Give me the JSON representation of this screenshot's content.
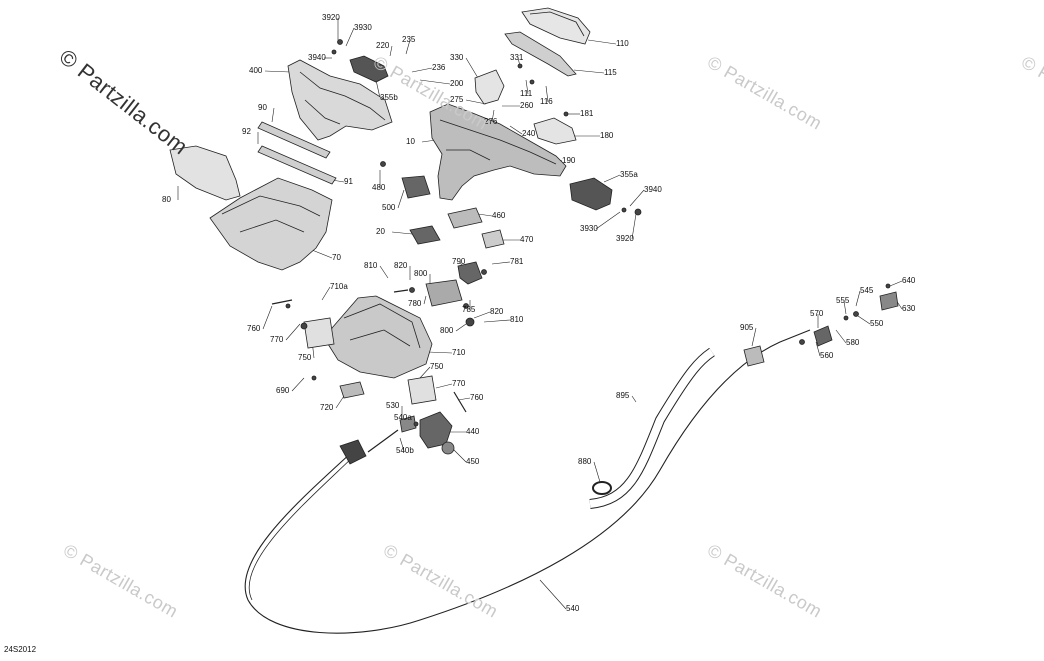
{
  "diagram": {
    "document_id": "24S2012",
    "watermark_text": "© Partzilla.com",
    "faint_watermark_text": "© Partzilla.com",
    "parts": [
      {
        "id": "3920a",
        "text": "3920"
      },
      {
        "id": "3930a",
        "text": "3930"
      },
      {
        "id": "3940a",
        "text": "3940"
      },
      {
        "id": "400",
        "text": "400"
      },
      {
        "id": "220",
        "text": "220"
      },
      {
        "id": "235",
        "text": "235"
      },
      {
        "id": "236",
        "text": "236"
      },
      {
        "id": "355b",
        "text": "355b"
      },
      {
        "id": "330",
        "text": "330"
      },
      {
        "id": "331",
        "text": "331"
      },
      {
        "id": "200",
        "text": "200"
      },
      {
        "id": "111",
        "text": "111"
      },
      {
        "id": "116",
        "text": "116"
      },
      {
        "id": "110",
        "text": "110"
      },
      {
        "id": "115",
        "text": "115"
      },
      {
        "id": "275",
        "text": "275"
      },
      {
        "id": "260",
        "text": "260"
      },
      {
        "id": "276",
        "text": "276"
      },
      {
        "id": "181",
        "text": "181"
      },
      {
        "id": "90",
        "text": "90"
      },
      {
        "id": "240",
        "text": "240"
      },
      {
        "id": "180",
        "text": "180"
      },
      {
        "id": "92",
        "text": "92"
      },
      {
        "id": "10",
        "text": "10"
      },
      {
        "id": "190",
        "text": "190"
      },
      {
        "id": "91",
        "text": "91"
      },
      {
        "id": "80",
        "text": "80"
      },
      {
        "id": "480",
        "text": "480"
      },
      {
        "id": "355a",
        "text": "355a"
      },
      {
        "id": "3940b",
        "text": "3940"
      },
      {
        "id": "500",
        "text": "500"
      },
      {
        "id": "460",
        "text": "460"
      },
      {
        "id": "3930b",
        "text": "3930"
      },
      {
        "id": "3920b",
        "text": "3920"
      },
      {
        "id": "20",
        "text": "20"
      },
      {
        "id": "470",
        "text": "470"
      },
      {
        "id": "70",
        "text": "70"
      },
      {
        "id": "810a",
        "text": "810"
      },
      {
        "id": "820a",
        "text": "820"
      },
      {
        "id": "790",
        "text": "790"
      },
      {
        "id": "781",
        "text": "781"
      },
      {
        "id": "800a",
        "text": "800"
      },
      {
        "id": "710a",
        "text": "710a"
      },
      {
        "id": "780",
        "text": "780"
      },
      {
        "id": "785",
        "text": "785"
      },
      {
        "id": "820b",
        "text": "820"
      },
      {
        "id": "760a",
        "text": "760"
      },
      {
        "id": "800b",
        "text": "800"
      },
      {
        "id": "810b",
        "text": "810"
      },
      {
        "id": "770a",
        "text": "770"
      },
      {
        "id": "710",
        "text": "710"
      },
      {
        "id": "750a",
        "text": "750"
      },
      {
        "id": "750b",
        "text": "750"
      },
      {
        "id": "690",
        "text": "690"
      },
      {
        "id": "770b",
        "text": "770"
      },
      {
        "id": "720",
        "text": "720"
      },
      {
        "id": "760b",
        "text": "760"
      },
      {
        "id": "530",
        "text": "530"
      },
      {
        "id": "540a",
        "text": "540a"
      },
      {
        "id": "440",
        "text": "440"
      },
      {
        "id": "540b",
        "text": "540b"
      },
      {
        "id": "450",
        "text": "450"
      },
      {
        "id": "640",
        "text": "640"
      },
      {
        "id": "545",
        "text": "545"
      },
      {
        "id": "555",
        "text": "555"
      },
      {
        "id": "630",
        "text": "630"
      },
      {
        "id": "570",
        "text": "570"
      },
      {
        "id": "550",
        "text": "550"
      },
      {
        "id": "905",
        "text": "905"
      },
      {
        "id": "580",
        "text": "580"
      },
      {
        "id": "560",
        "text": "560"
      },
      {
        "id": "895",
        "text": "895"
      },
      {
        "id": "880",
        "text": "880"
      },
      {
        "id": "540",
        "text": "540"
      }
    ]
  }
}
